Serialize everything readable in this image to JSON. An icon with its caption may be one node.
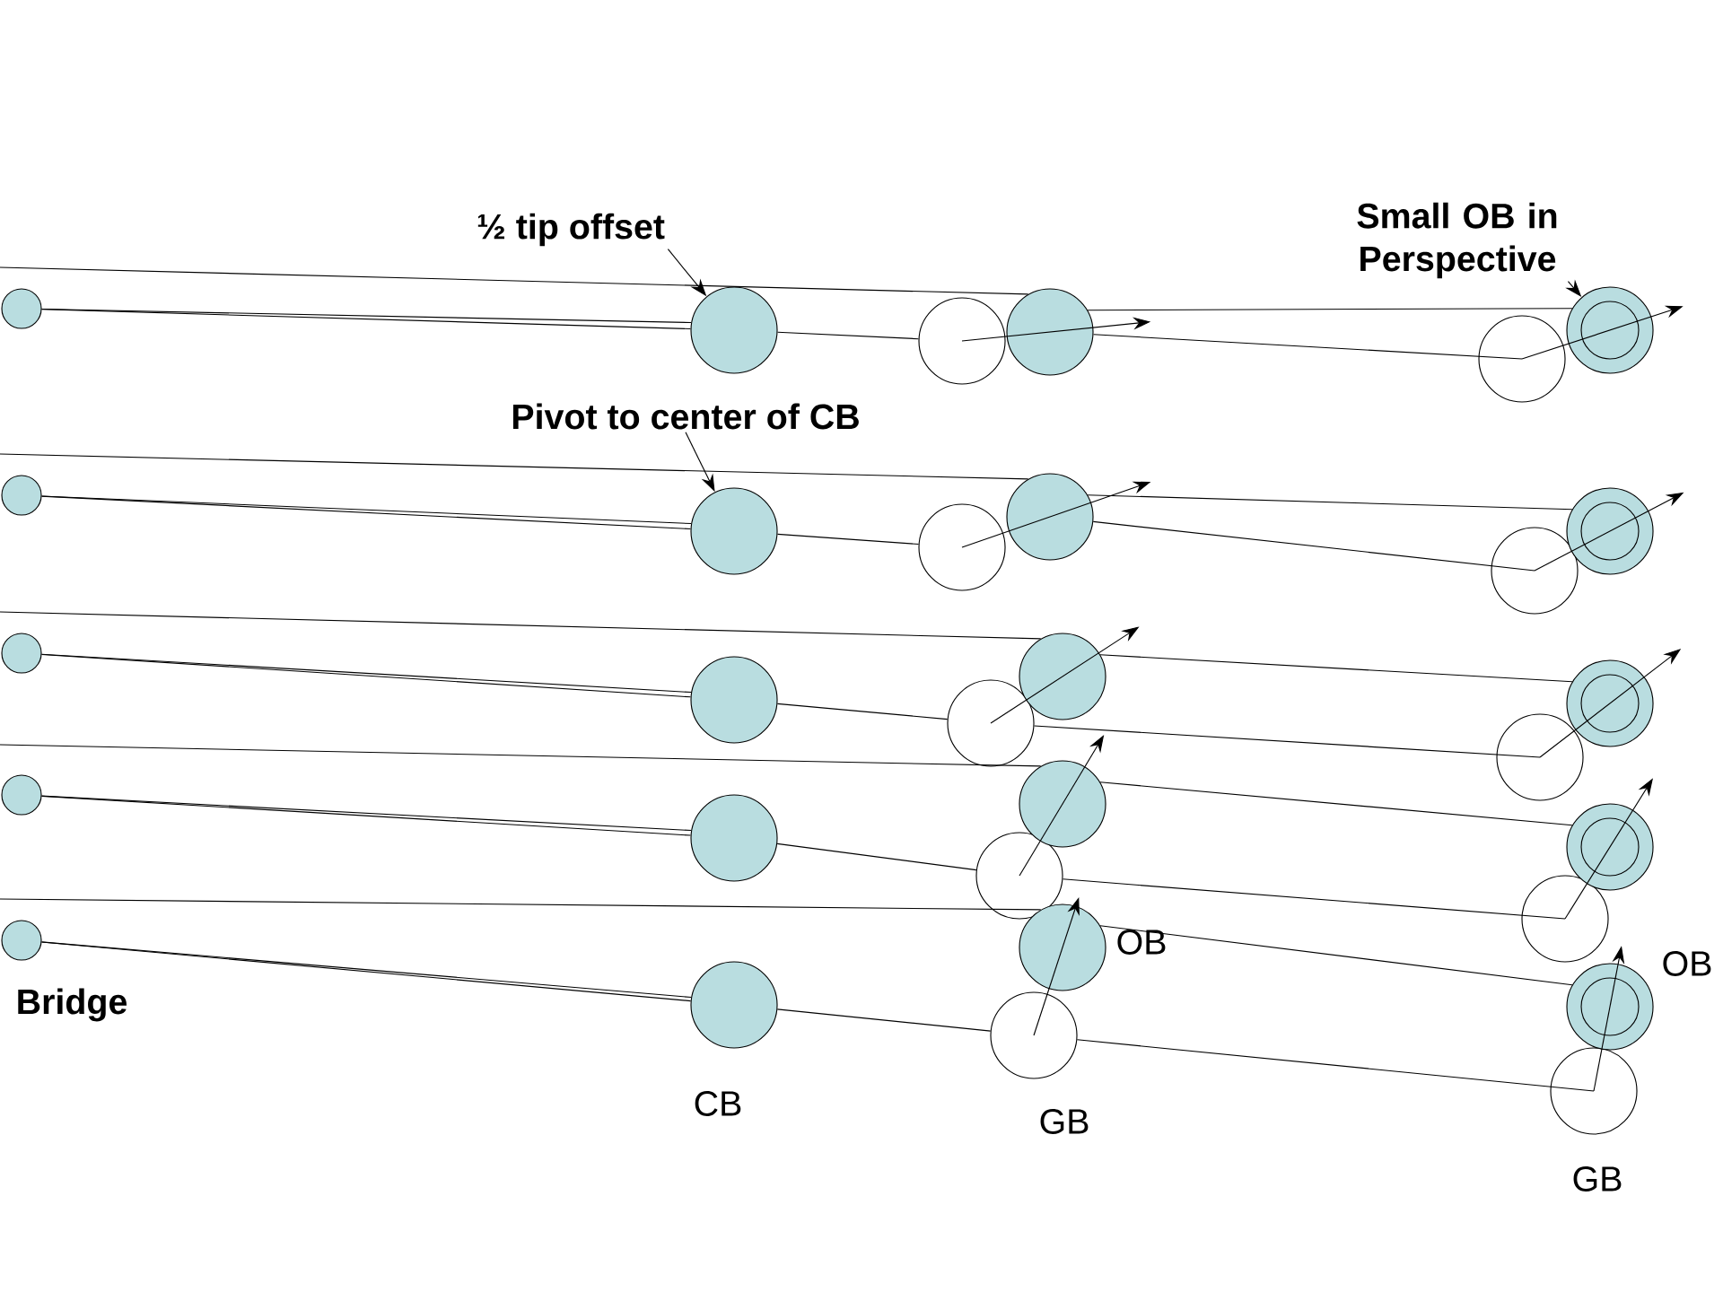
{
  "diagram": {
    "nodes": [
      {
        "text": [],
        "shape": "circle"
      },
      {
        "text": [],
        "shape": "circle"
      },
      {
        "text": [],
        "shape": "circle"
      },
      {
        "text": [],
        "shape": "circle"
      },
      {
        "text": [],
        "shape": "circle"
      },
      {
        "text": [],
        "shape": "circle"
      },
      {
        "text": [],
        "shape": "circle"
      },
      {
        "text": [],
        "shape": "circle"
      },
      {
        "text": [],
        "shape": "circle"
      },
      {
        "text": [],
        "shape": "circle"
      },
      {
        "text": [],
        "shape": "circle"
      },
      {
        "text": [],
        "shape": "circle"
      },
      {
        "text": [],
        "shape": "circle"
      },
      {
        "text": [],
        "shape": "circle"
      },
      {
        "text": [],
        "shape": "circle"
      },
      {
        "text": [],
        "shape": "circle"
      },
      {
        "text": [],
        "shape": "circle"
      },
      {
        "text": [],
        "shape": "circle"
      },
      {
        "text": [],
        "shape": "circle"
      },
      {
        "text": [],
        "shape": "circle"
      },
      {
        "text": [],
        "shape": "circle"
      },
      {
        "text": [],
        "shape": "circle"
      },
      {
        "text": [],
        "shape": "circle"
      },
      {
        "text": [],
        "shape": "circle"
      },
      {
        "text": [],
        "shape": "circle"
      },
      {
        "text": [],
        "shape": "circle"
      },
      {
        "text": [],
        "shape": "circle"
      },
      {
        "text": [],
        "shape": "circle"
      },
      {
        "text": [],
        "shape": "circle"
      },
      {
        "text": [],
        "shape": "circle"
      },
      {
        "text": [
          "½ tip offset"
        ]
      },
      {
        "text": [
          "Pivot to center of CB"
        ]
      },
      {
        "text": [
          "Small OB in Perspective"
        ]
      }
    ],
    "edges": [
      {
        "from": 0,
        "to": 1,
        "arrow": "none"
      },
      {
        "from": 0,
        "to": 1,
        "arrow": "none"
      },
      {
        "from": 1,
        "to": 2,
        "arrow": "none"
      },
      {
        "from": null,
        "to": 3,
        "arrow": "none"
      },
      {
        "from": 3,
        "to": 5,
        "arrow": "none"
      },
      {
        "from": 3,
        "to": 4,
        "arrow": "none"
      },
      {
        "from": 6,
        "to": 7,
        "arrow": "none"
      },
      {
        "from": 6,
        "to": 7,
        "arrow": "none"
      },
      {
        "from": 7,
        "to": 8,
        "arrow": "none"
      },
      {
        "from": null,
        "to": 9,
        "arrow": "none"
      },
      {
        "from": 9,
        "to": 11,
        "arrow": "none"
      },
      {
        "from": 9,
        "to": 10,
        "arrow": "none"
      },
      {
        "from": 12,
        "to": 13,
        "arrow": "none"
      },
      {
        "from": 12,
        "to": 13,
        "arrow": "none"
      },
      {
        "from": 13,
        "to": 14,
        "arrow": "none"
      },
      {
        "from": null,
        "to": 15,
        "arrow": "none"
      },
      {
        "from": 15,
        "to": 17,
        "arrow": "none"
      },
      {
        "from": 14,
        "to": 16,
        "arrow": "none"
      },
      {
        "from": 18,
        "to": 19,
        "arrow": "none"
      },
      {
        "from": 18,
        "to": 19,
        "arrow": "none"
      },
      {
        "from": 19,
        "to": 20,
        "arrow": "none"
      },
      {
        "from": null,
        "to": 21,
        "arrow": "none"
      },
      {
        "from": 21,
        "to": 23,
        "arrow": "none"
      },
      {
        "from": 20,
        "to": 22,
        "arrow": "none"
      },
      {
        "from": 24,
        "to": 25,
        "arrow": "none"
      },
      {
        "from": 24,
        "to": 25,
        "arrow": "none"
      },
      {
        "from": 25,
        "to": 26,
        "arrow": "none"
      },
      {
        "from": null,
        "to": 27,
        "arrow": "none"
      },
      {
        "from": 27,
        "to": 29,
        "arrow": "none"
      },
      {
        "from": 26,
        "to": 28,
        "arrow": "none"
      },
      {
        "from": 30,
        "to": 1,
        "arrow": "to"
      },
      {
        "from": 31,
        "to": 7,
        "arrow": "to"
      },
      {
        "from": 32,
        "to": 5,
        "arrow": "to"
      },
      {
        "from": 2,
        "to": 3,
        "arrow": "to"
      },
      {
        "from": 4,
        "to": 5,
        "arrow": "to"
      },
      {
        "from": 8,
        "to": 9,
        "arrow": "to"
      },
      {
        "from": 10,
        "to": 11,
        "arrow": "to"
      },
      {
        "from": 14,
        "to": 15,
        "arrow": "to"
      },
      {
        "from": 16,
        "to": 17,
        "arrow": "to"
      },
      {
        "from": 20,
        "to": 21,
        "arrow": "to"
      },
      {
        "from": 22,
        "to": 23,
        "arrow": "to"
      },
      {
        "from": 26,
        "to": 27,
        "arrow": "to"
      },
      {
        "from": 28,
        "to": 29,
        "arrow": "to"
      }
    ],
    "labels": [
      "OB",
      "OB",
      "Bridge",
      "CB",
      "GB",
      "GB"
    ]
  }
}
